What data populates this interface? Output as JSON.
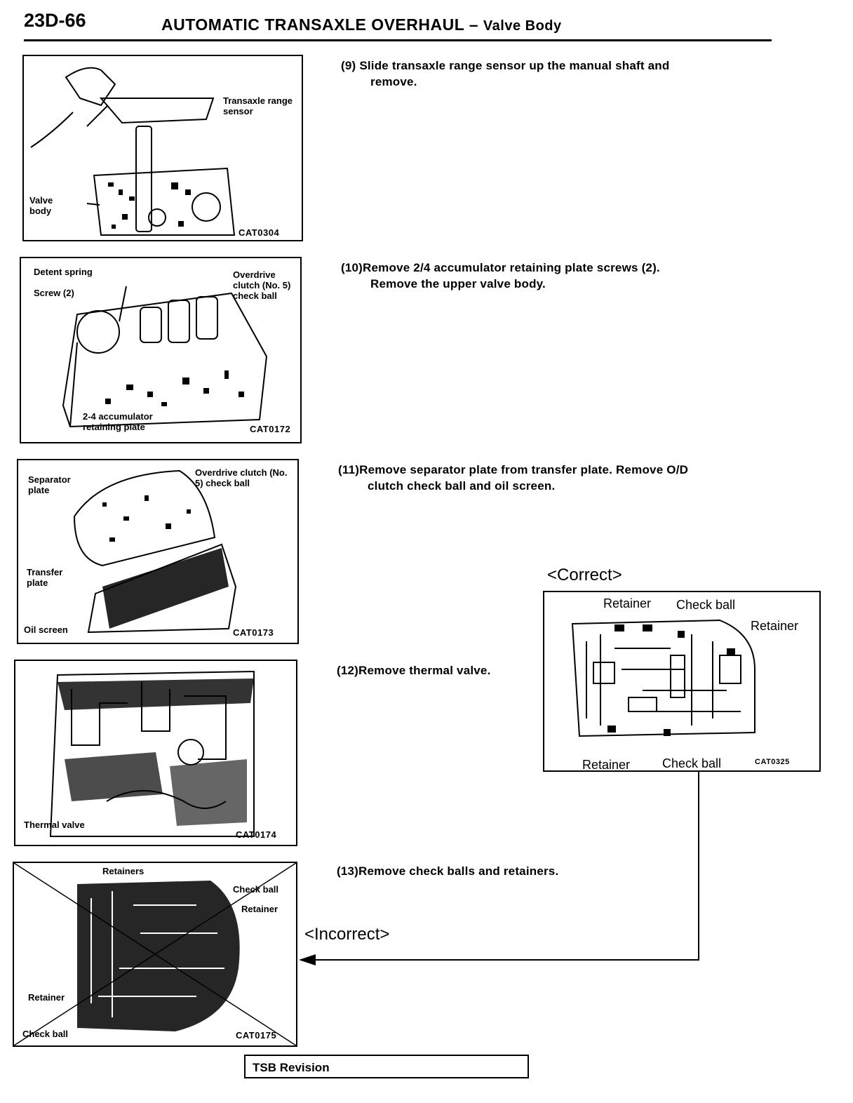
{
  "header": {
    "page_number": "23D-66",
    "title": "AUTOMATIC TRANSAXLE OVERHAUL",
    "separator": "–",
    "subtitle": "Valve Body"
  },
  "figures": [
    {
      "code": "CAT0304",
      "labels": [
        "Transaxle range sensor",
        "Valve body"
      ]
    },
    {
      "code": "CAT0172",
      "labels": [
        "Detent spring",
        "Screw (2)",
        "Overdrive clutch (No. 5) check ball",
        "2-4 accumulator retaining plate"
      ]
    },
    {
      "code": "CAT0173",
      "labels": [
        "Separator plate",
        "Overdrive clutch (No. 5) check ball",
        "Transfer plate",
        "Oil screen"
      ]
    },
    {
      "code": "CAT0174",
      "labels": [
        "Thermal valve"
      ]
    },
    {
      "code": "CAT0175",
      "labels": [
        "Retainers",
        "Check ball",
        "Retainer",
        "Retainer",
        "Check ball"
      ]
    },
    {
      "code": "CAT0325",
      "labels": [
        "Retainer",
        "Check ball",
        "Retainer",
        "Retainer",
        "Check ball"
      ]
    }
  ],
  "steps": [
    {
      "num": "(9)",
      "text": "Slide transaxle range sensor up the manual shaft and",
      "cont": "remove."
    },
    {
      "num": "(10)",
      "text": "Remove 2/4 accumulator retaining plate screws (2).",
      "cont": "Remove the upper valve body."
    },
    {
      "num": "(11)",
      "text": "Remove separator plate from transfer plate. Remove O/D",
      "cont": "clutch check ball and oil screen."
    },
    {
      "num": "(12)",
      "text": "Remove thermal valve.",
      "cont": ""
    },
    {
      "num": "(13)",
      "text": "Remove check balls and retainers.",
      "cont": ""
    }
  ],
  "captions": {
    "correct": "<Correct>",
    "incorrect": "<Incorrect>"
  },
  "footer": {
    "tsb": "TSB Revision"
  }
}
